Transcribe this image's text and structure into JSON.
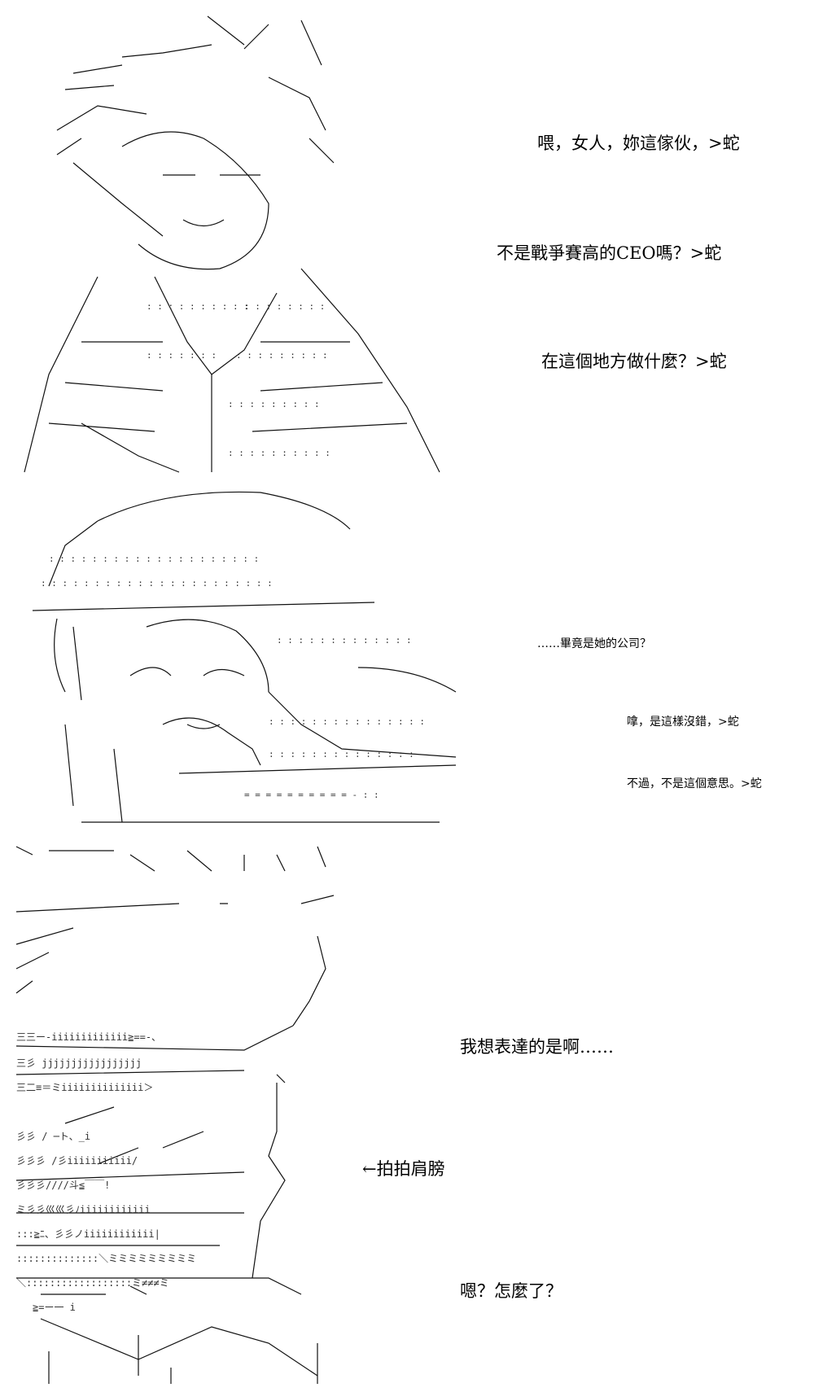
{
  "panels": [
    {
      "lines": [
        "喂，女人，妳這傢伙，>蛇",
        "不是戰爭賽高的CEO嗎？>蛇",
        "在這個地方做什麼？>蛇"
      ]
    },
    {
      "lines": [
        "……畢竟是她的公司？",
        "嗱，是這樣沒錯，>蛇",
        "不過，不是這個意思。>蛇"
      ]
    },
    {
      "lines": [
        "我想表達的是啊……",
        "←拍拍肩膀",
        "嗯？怎麼了？"
      ]
    }
  ]
}
